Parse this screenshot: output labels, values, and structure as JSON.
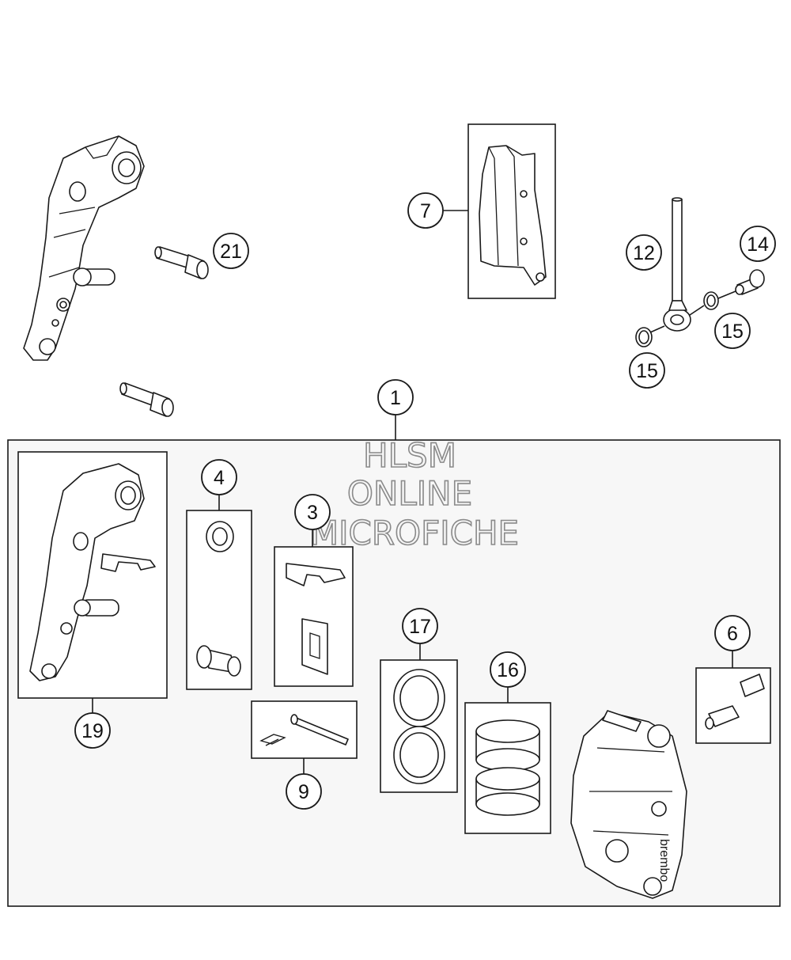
{
  "diagram": {
    "watermark": {
      "line1": "HLSM",
      "line2": "ONLINE",
      "line3": "MICROFICHE"
    },
    "callouts": {
      "c1": "1",
      "c3": "3",
      "c4": "4",
      "c6": "6",
      "c7": "7",
      "c9": "9",
      "c12": "12",
      "c14": "14",
      "c15a": "15",
      "c15b": "15",
      "c16": "16",
      "c17": "17",
      "c19": "19",
      "c21": "21"
    },
    "caliper_brand": "brembo",
    "colors": {
      "line": "#1a1a1a",
      "assembly_fill": "#f7f7f7",
      "part_fill": "#ffffff"
    }
  }
}
